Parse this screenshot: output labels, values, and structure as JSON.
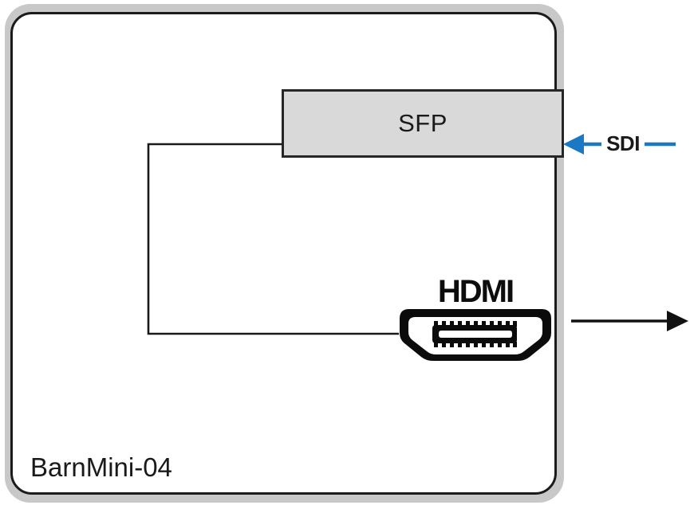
{
  "device": {
    "name": "BarnMini-04"
  },
  "sfp_module": {
    "label": "SFP"
  },
  "hdmi_port": {
    "label": "HDMI"
  },
  "sdi_input": {
    "label": "SDI"
  },
  "colors": {
    "sdi_arrow_blue": "#1b78c4",
    "hdmi_arrow_black": "#111111",
    "outline_black": "#1a1a1a",
    "casing_gray": "#c8c8c8",
    "sfp_fill_gray": "#d9d9d9"
  }
}
